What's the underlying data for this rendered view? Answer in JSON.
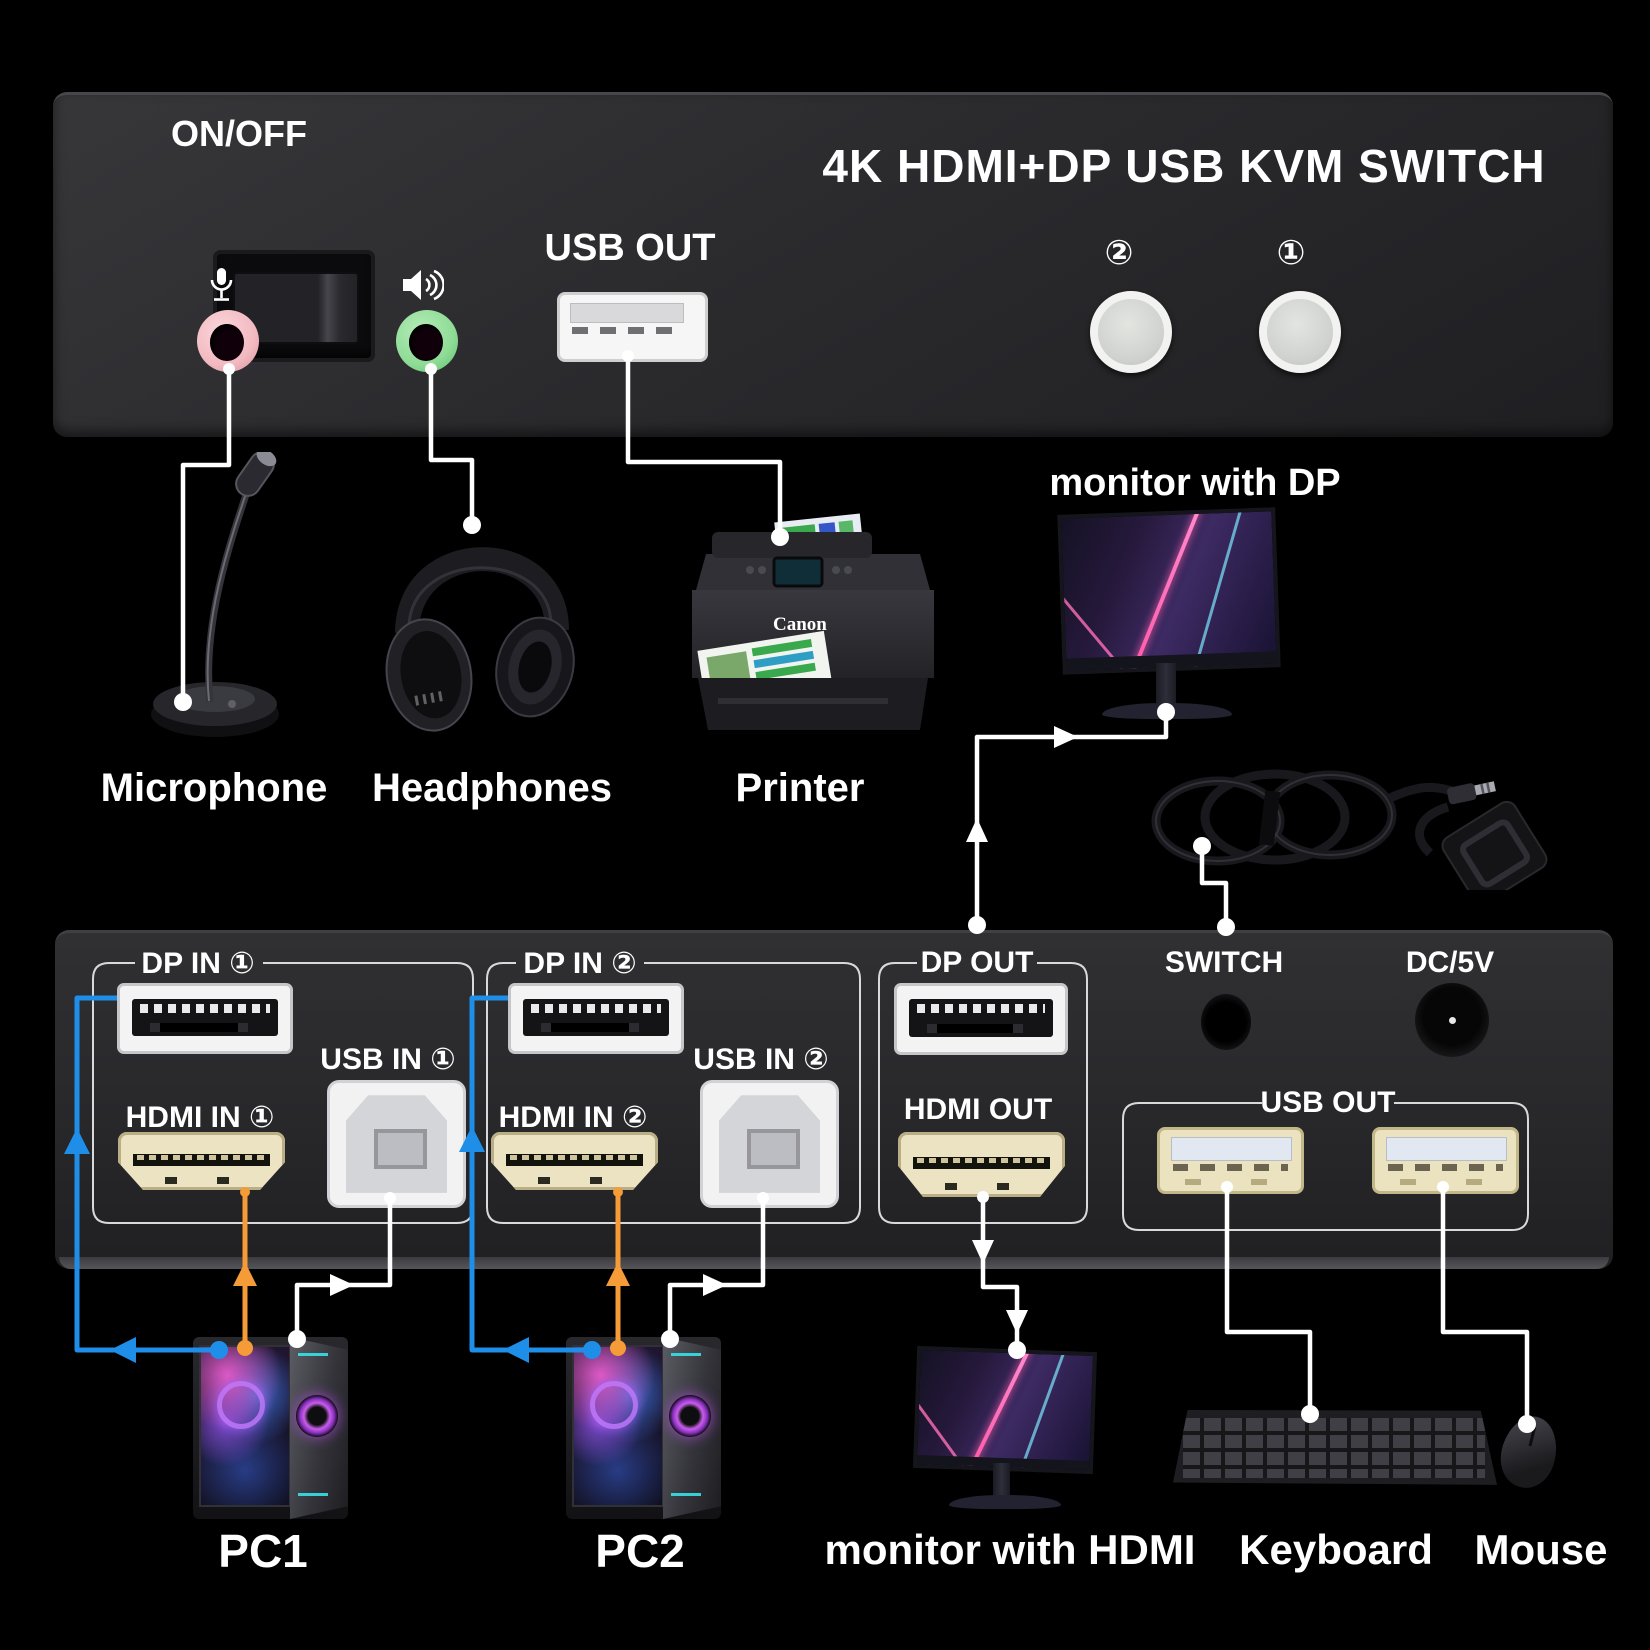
{
  "front_panel": {
    "power_label": "ON/OFF",
    "title": "4K HDMI+DP USB KVM SWITCH",
    "usb_out_label": "USB OUT",
    "button2": "②",
    "button1": "①"
  },
  "middle_devices": {
    "microphone": "Microphone",
    "headphones": "Headphones",
    "printer": "Printer",
    "printer_brand": "Canon",
    "monitor_dp": "monitor with DP"
  },
  "back_panel": {
    "dp_in_1": "DP IN ①",
    "usb_in_1": "USB IN ①",
    "hdmi_in_1": "HDMI IN ①",
    "dp_in_2": "DP IN ②",
    "usb_in_2": "USB IN ②",
    "hdmi_in_2": "HDMI IN ②",
    "dp_out": "DP OUT",
    "hdmi_out": "HDMI OUT",
    "switch": "SWITCH",
    "dc": "DC/5V",
    "usb_out": "USB OUT"
  },
  "bottom_devices": {
    "pc1": "PC1",
    "pc2": "PC2",
    "monitor_hdmi": "monitor with HDMI",
    "keyboard": "Keyboard",
    "mouse": "Mouse"
  },
  "colors": {
    "dp_cable": "#1e8ee8",
    "hdmi_cable": "#f59b38",
    "usb_cable": "#ffffff",
    "mic_jack": "#f2bac1",
    "headphone_jack": "#8edc96",
    "hdmi_port": "#ece3c2",
    "usb_port_back": "#ebe2bf"
  }
}
